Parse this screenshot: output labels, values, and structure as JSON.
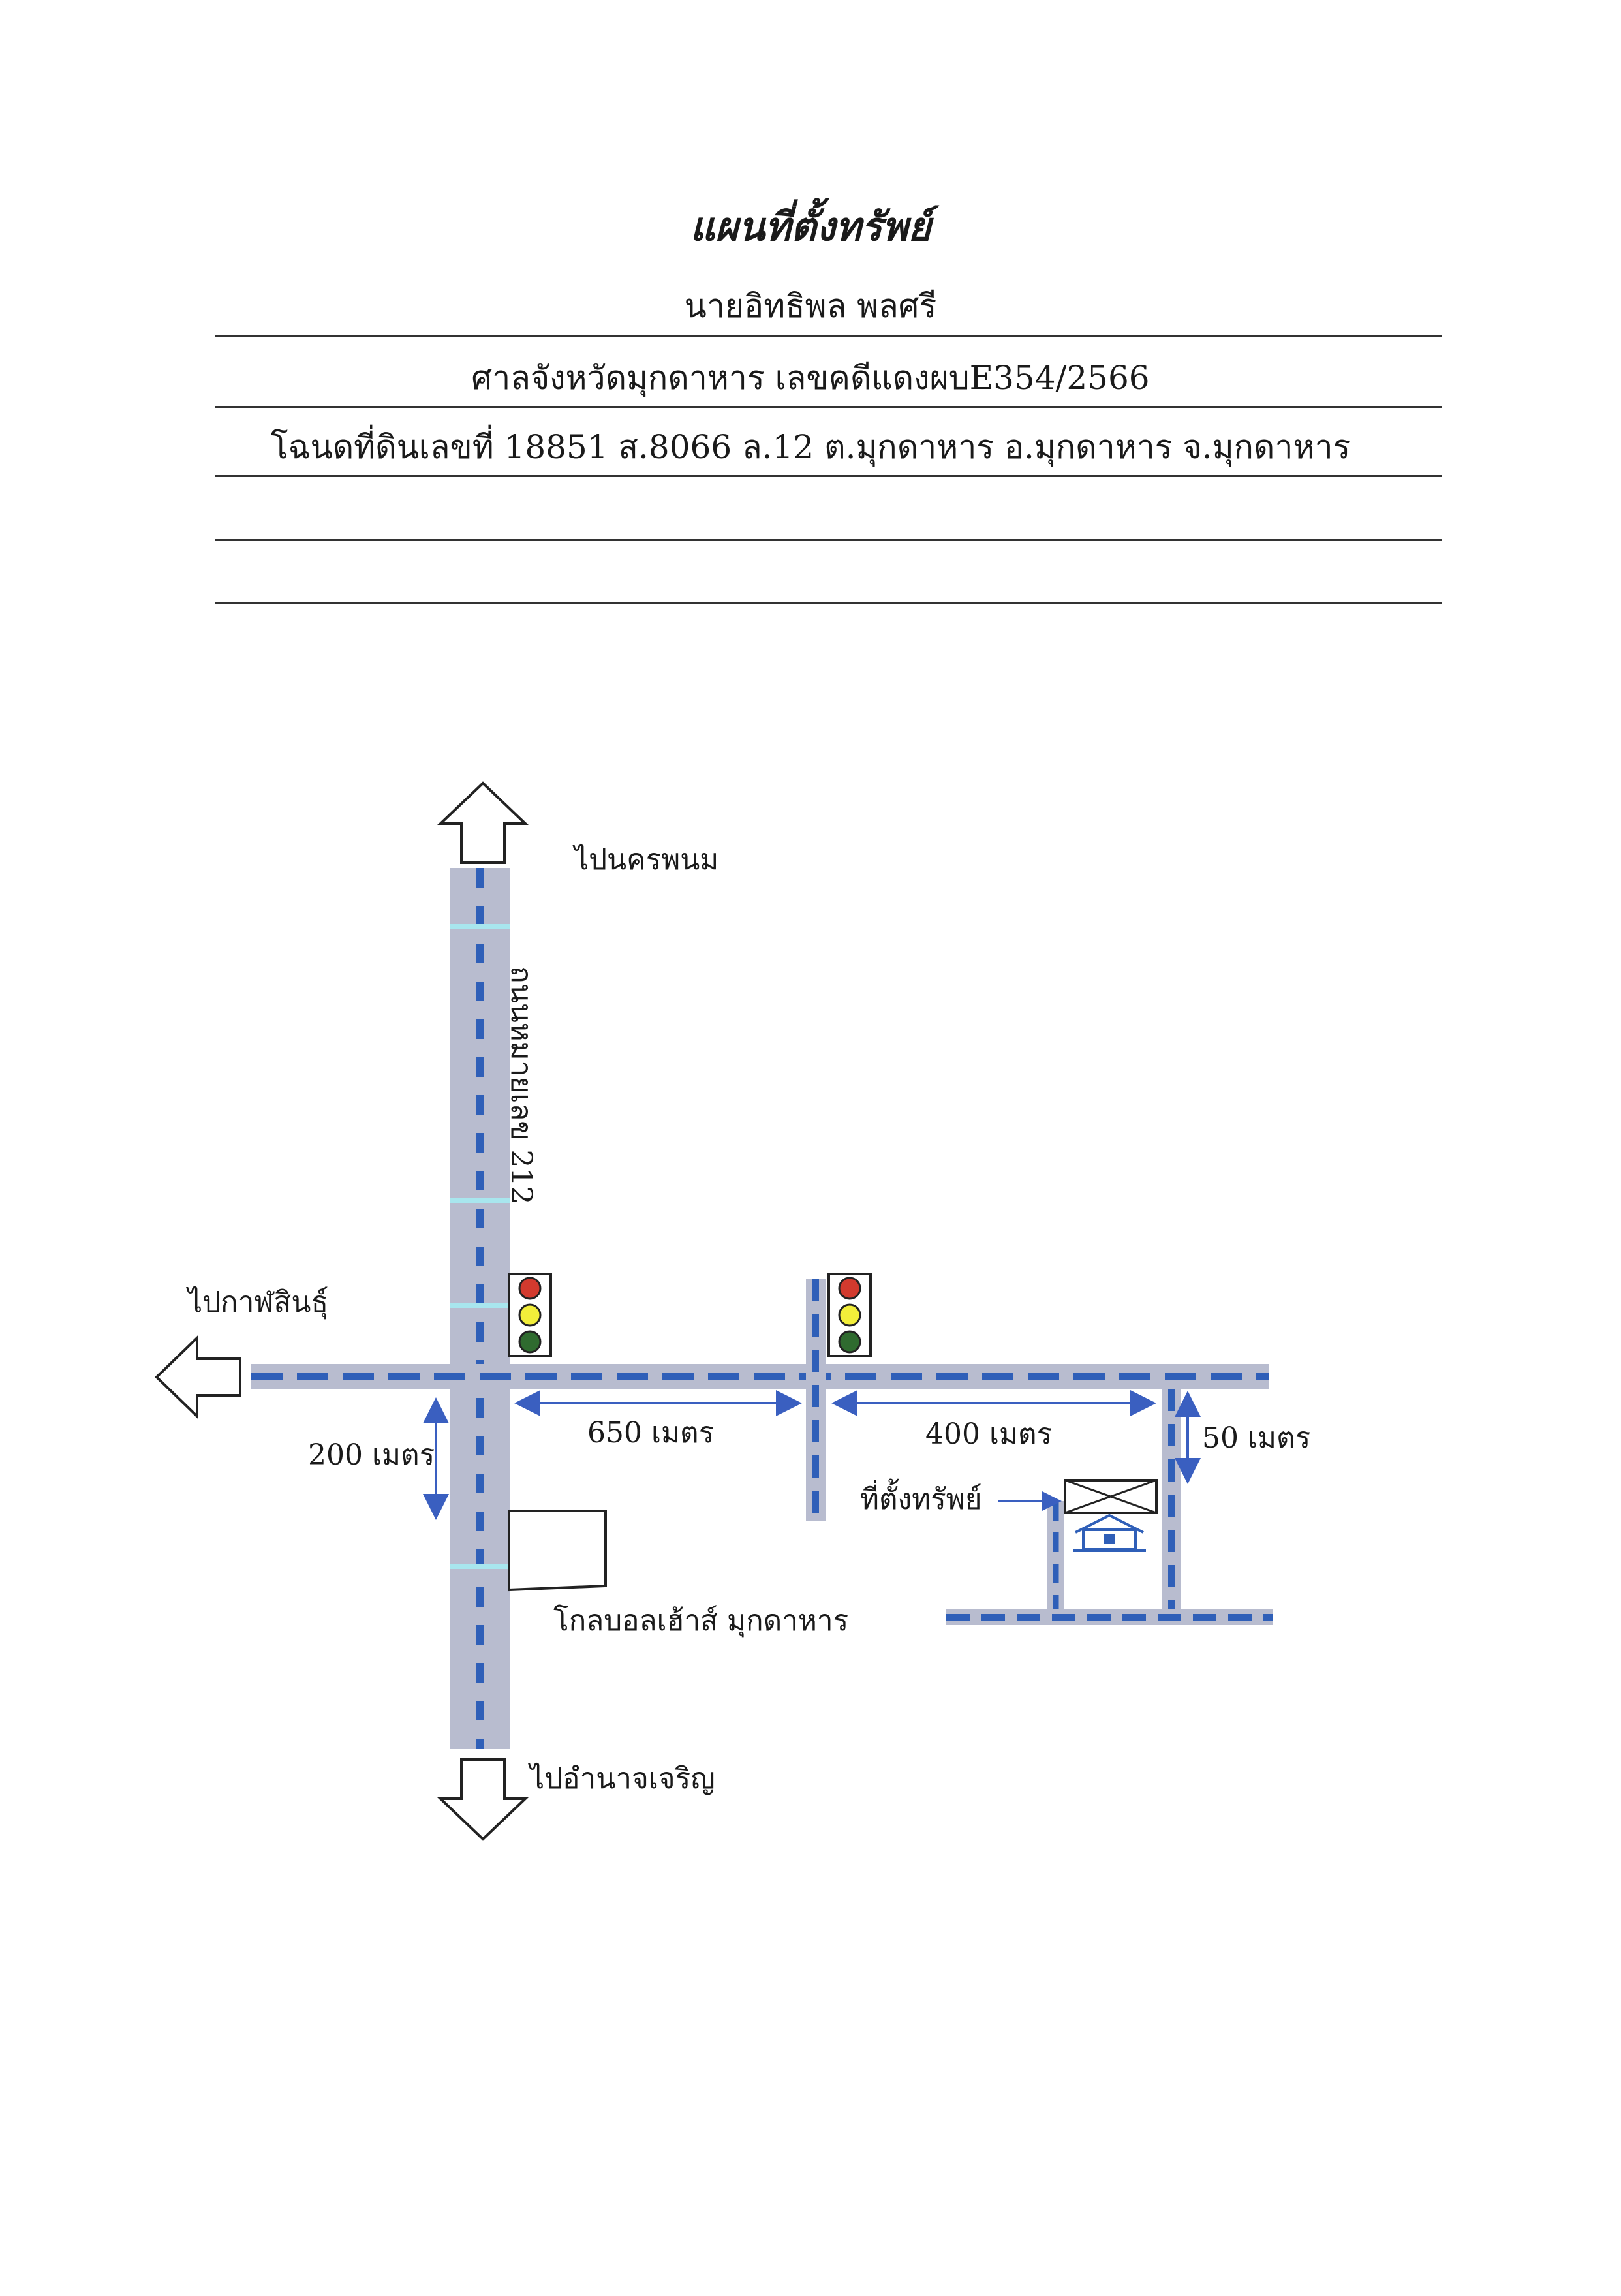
{
  "document": {
    "title": "แผนที่ตั้งทรัพย์",
    "owner": "นายอิทธิพล พลศรี",
    "court_case": "ศาลจังหวัดมุกดาหาร เลขคดีแดงผบE354/2566",
    "land_deed": "โฉนดที่ดินเลขที่ 18851 ส.8066 ล.12 ต.มุกดาหาร อ.มุกดาหาร จ.มุกดาหาร"
  },
  "map": {
    "road_name": "ถนนหมายเลข 212",
    "to_north": "ไปนครพนม",
    "to_west": "ไปกาฬสินธุ์",
    "to_south": "ไปอำนาจเจริญ",
    "landmark": "โกลบอลเฮ้าส์ มุกดาหาร",
    "property_label": "ที่ตั้งทรัพย์",
    "dist_200": "200 เมตร",
    "dist_650": "650 เมตร",
    "dist_400": "400 เมตร",
    "dist_50": "50 เมตร",
    "colors": {
      "road_fill": "#b8bccf",
      "road_dash": "#2f5fb8",
      "road_light": "#a8e6ee",
      "measure_arrow": "#3a5fc0",
      "light_red": "#d23a2e",
      "light_yellow": "#f2ee3a",
      "light_green": "#2f6b2f"
    }
  }
}
